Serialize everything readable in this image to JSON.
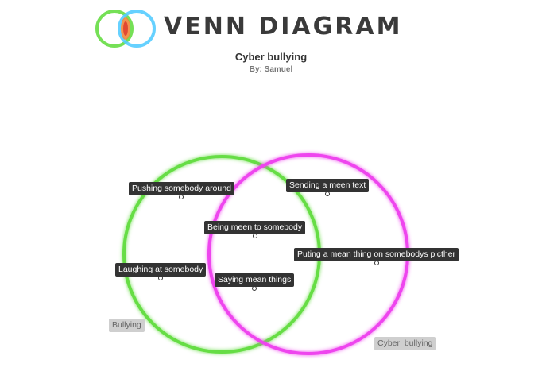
{
  "logo": {
    "text": "VENN DIAGRAM"
  },
  "diagram": {
    "title": "Cyber bullying",
    "byline": "By: Samuel",
    "sets": [
      {
        "label": "Bullying",
        "color": "#66dd44"
      },
      {
        "label": "Cyber  bullying",
        "color": "#ee44ee"
      }
    ],
    "items": [
      {
        "text": "Pushing somebody around",
        "region": "Bullying"
      },
      {
        "text": "Laughing at somebody",
        "region": "Bullying"
      },
      {
        "text": "Sending a meen text",
        "region": "Cyber bullying"
      },
      {
        "text": "Puting a mean thing on somebodys picther",
        "region": "Cyber bullying"
      },
      {
        "text": "Being meen to somebody",
        "region": "Both"
      },
      {
        "text": "Saying mean things",
        "region": "Both"
      }
    ]
  }
}
